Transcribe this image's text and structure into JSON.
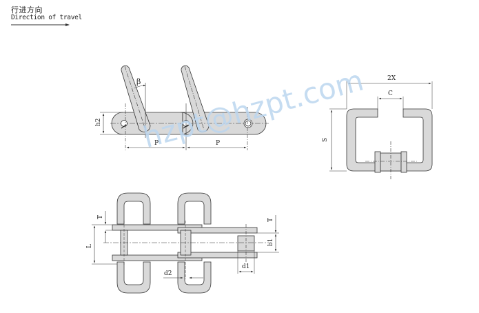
{
  "header": {
    "title_cn": "行进方向",
    "title_en": "Direction of travel"
  },
  "watermark": "hzpt@hzpt.com",
  "diagrams": {
    "side_view": {
      "labels": {
        "angle": "β",
        "height": "h2",
        "pitch_1": "P",
        "pitch_2": "P"
      }
    },
    "end_view": {
      "labels": {
        "width": "2X",
        "gap": "C",
        "height": "S"
      }
    },
    "top_view": {
      "labels": {
        "thickness_left": "T",
        "length": "L",
        "pin_dia": "d2",
        "thickness_right": "T",
        "inner_width": "b1",
        "roller_dia": "d1"
      }
    }
  },
  "colors": {
    "part_fill": "#d9d9d9",
    "outline": "#333333",
    "watermark": "#bcd6ef"
  }
}
